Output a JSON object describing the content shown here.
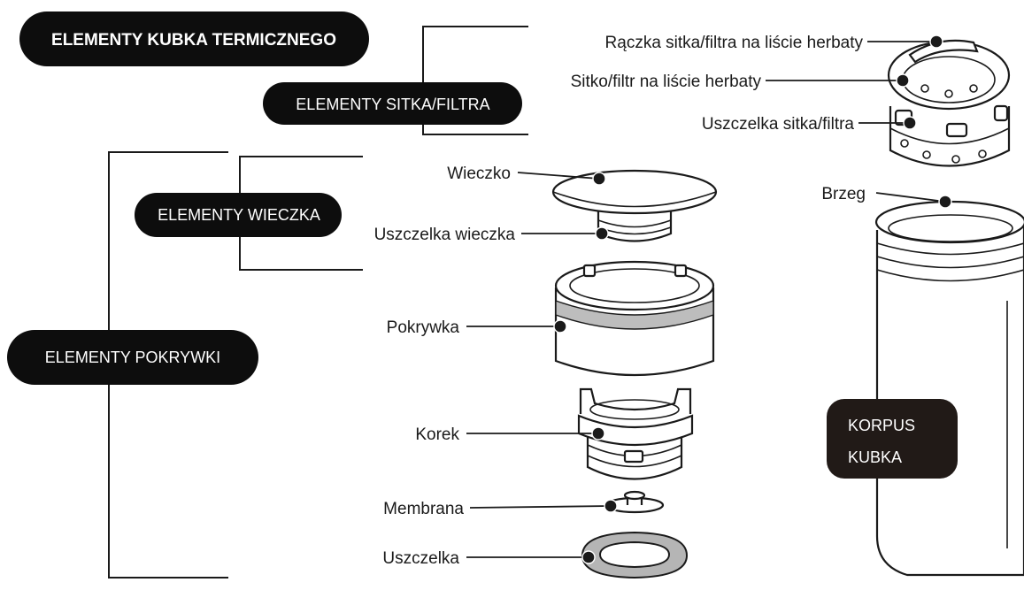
{
  "title": "ELEMENTY KUBKA TERMICZNEGO",
  "groups": {
    "filter": "ELEMENTY SITKA/FILTRA",
    "lid": "ELEMENTY WIECZKA",
    "cover": "ELEMENTY POKRYWKI",
    "body_line1": "KORPUS",
    "body_line2": "KUBKA"
  },
  "labels": {
    "filter_handle": "Rączka sitka/filtra na liście herbaty",
    "filter": "Sitko/filtr na liście herbaty",
    "filter_seal": "Uszczelka sitka/filtra",
    "rim": "Brzeg",
    "lid": "Wieczko",
    "lid_seal": "Uszczelka wieczka",
    "cover": "Pokrywka",
    "stopper": "Korek",
    "membrane": "Membrana",
    "seal": "Uszczelka"
  },
  "colors": {
    "ink": "#1a1a1a",
    "pill_bg": "#0d0d0d",
    "body_badge_bg": "#211a17",
    "band": "#bdbdbd"
  }
}
